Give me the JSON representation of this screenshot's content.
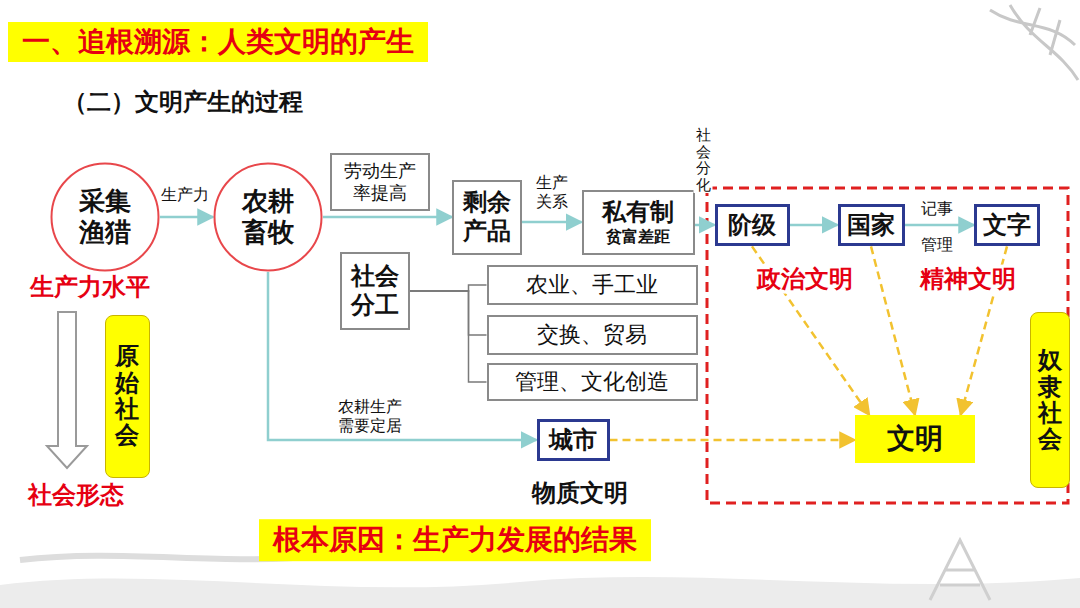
{
  "diagram": {
    "title": "一、追根溯源：人类文明的产生",
    "nodes": [
      {
        "text": [
          "采集渔猎"
        ]
      },
      {
        "text": [
          "农耕畜牧"
        ]
      },
      {
        "text": [
          "劳动生产率提高"
        ]
      },
      {
        "text": [
          "剩余产品"
        ]
      },
      {
        "text": [
          "私有制",
          "贫富差距"
        ]
      },
      {
        "text": [
          "阶级"
        ]
      },
      {
        "text": [
          "国家"
        ]
      },
      {
        "text": [
          "文字"
        ]
      },
      {
        "text": [
          "社会分工"
        ]
      },
      {
        "text": [
          "农业、手工业"
        ]
      },
      {
        "text": [
          "交换、贸易"
        ]
      },
      {
        "text": [
          "管理、文化创造"
        ]
      },
      {
        "text": [
          "城市"
        ]
      },
      {
        "text": [
          "文明"
        ]
      },
      {
        "text": [
          "原始社会"
        ]
      },
      {
        "text": [
          "奴隶社会"
        ]
      }
    ],
    "edges": [
      {
        "from": 0,
        "to": 1,
        "label": "生产力",
        "arrow": "to"
      },
      {
        "from": 1,
        "to": 3,
        "arrow": "to"
      },
      {
        "from": 8,
        "to": 9,
        "arrow": "none"
      },
      {
        "from": 8,
        "to": 10,
        "arrow": "none"
      },
      {
        "from": 8,
        "to": 11,
        "arrow": "none"
      },
      {
        "from": 3,
        "to": 4,
        "label": "生产关系",
        "arrow": "to"
      },
      {
        "from": 4,
        "to": 5,
        "label": "社会分化",
        "arrow": "to"
      },
      {
        "from": 5,
        "to": 6,
        "arrow": "to"
      },
      {
        "from": 6,
        "to": 7,
        "label": "记事",
        "arrow": "to"
      },
      {
        "from": 1,
        "to": 12,
        "label": "农耕生产 需要定居",
        "arrow": "to"
      },
      {
        "from": 12,
        "to": 13,
        "arrow": "to"
      },
      {
        "from": 5,
        "to": 13,
        "arrow": "to"
      },
      {
        "from": 6,
        "to": 13,
        "arrow": "to"
      },
      {
        "from": 7,
        "to": 13,
        "arrow": "to"
      }
    ],
    "labels": [
      "（二）文明产生的过程",
      "生产力水平",
      "社会形态",
      "政治文明",
      "精神文明",
      "物质文明",
      "根本原因：生产力发展的结果",
      "管理"
    ]
  }
}
